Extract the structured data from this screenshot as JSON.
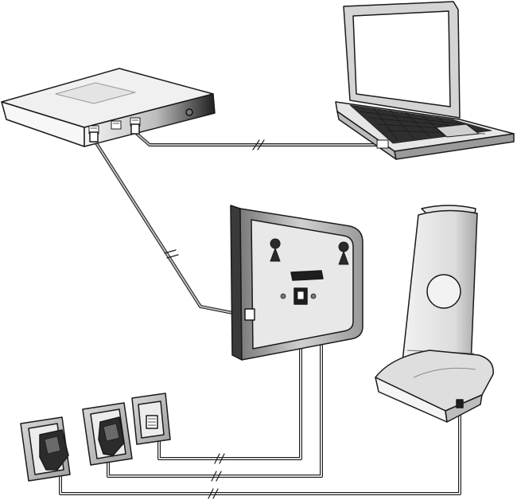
{
  "diagram": {
    "components": {
      "router": "router",
      "laptop": "laptop",
      "base_station": "base-station",
      "handset": "handset",
      "charger": "charger-cradle",
      "power_socket_base": "power-socket",
      "power_socket_charger": "power-socket",
      "phone_socket": "telephone-socket"
    },
    "connections": [
      {
        "from": "router",
        "to": "laptop",
        "kind": "lan-cable"
      },
      {
        "from": "router",
        "to": "base-station",
        "kind": "lan-cable"
      },
      {
        "from": "base-station",
        "to": "telephone-socket",
        "kind": "phone-cord"
      },
      {
        "from": "base-station",
        "to": "power-socket",
        "kind": "power-cable"
      },
      {
        "from": "charger-cradle",
        "to": "power-socket",
        "kind": "power-cable"
      }
    ],
    "colors": {
      "outline": "#1a1a1a",
      "cable": "#8a8a8a",
      "light_fill": "#f2f2f2",
      "mid_fill": "#c8c8c8",
      "dark_fill": "#4a4a4a"
    }
  }
}
